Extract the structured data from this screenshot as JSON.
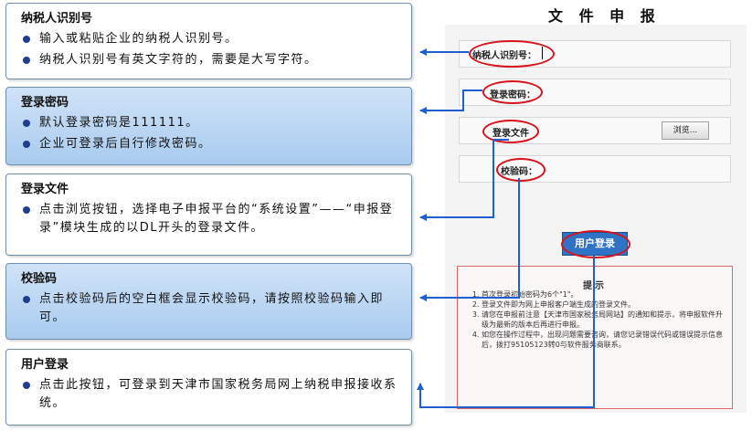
{
  "form": {
    "title": "文 件 申 报",
    "taxpayer_label": "纳税人识别号：",
    "password_label": "登录密码：",
    "file_label": "登录文件",
    "browse_label": "浏览...",
    "captcha_label": "校验码：",
    "login_label": "用户登录"
  },
  "tips": {
    "title": "提示",
    "items": [
      "首次登录初始密码为6个\"1\"。",
      "登录文件即为网上申报客户端生成的登录文件。",
      "请您在申报前注意【天津市国家税务局网站】的通知和提示，将申报软件升级为最新的版本后再进行申报。",
      "如您在操作过程中，出现问题需要咨询，请您记录错误代码或错误提示信息后，拨打95105123转0与软件服务商联系。"
    ]
  },
  "callouts": [
    {
      "title": "纳税人识别号",
      "bullets": [
        "输入或粘贴企业的纳税人识别号。",
        "纳税人识别号有英文字符的，需要是大写字符。"
      ]
    },
    {
      "title": "登录密码",
      "bullets": [
        "默认登录密码是111111。",
        "企业可登录后自行修改密码。"
      ]
    },
    {
      "title": "登录文件",
      "bullets": [
        "点击浏览按钮，选择电子申报平台的“系统设置”——“申报登录”模块生成的以DL开头的登录文件。"
      ]
    },
    {
      "title": "校验码",
      "bullets": [
        "点击校验码后的空白框会显示校验码，请按照校验码输入即可。"
      ]
    },
    {
      "title": "用户登录",
      "bullets": [
        "点击此按钮，可登录到天津市国家税务局网上纳税申报接收系统。"
      ]
    }
  ],
  "colors": {
    "accent_blue": "#2f73c6",
    "highlight_red": "#d8121a",
    "callout_blue": "#a9cbef"
  }
}
